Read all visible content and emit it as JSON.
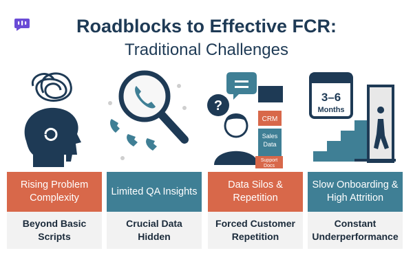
{
  "title": "Roadblocks to Effective FCR:",
  "subtitle": "Traditional Challenges",
  "illustration3": {
    "labels": [
      "CRM",
      "Sales Data",
      "Support Docs"
    ],
    "question_mark": "?"
  },
  "illustration4": {
    "months": "3–6",
    "months_label": "Months"
  },
  "cards": [
    {
      "heading": "Rising Problem Complexity",
      "detail": "Beyond Basic Scripts"
    },
    {
      "heading": "Limited QA Insights",
      "detail": "Crucial Data Hidden"
    },
    {
      "heading": "Data Silos & Repetition",
      "detail": "Forced Customer Repetition"
    },
    {
      "heading": "Slow Onboarding & High Attrition",
      "detail": "Constant Underperformance"
    }
  ],
  "colors": {
    "orange": "#d8684a",
    "teal": "#3f7f95",
    "navy": "#1e3a55",
    "gray": "#f2f2f2"
  }
}
